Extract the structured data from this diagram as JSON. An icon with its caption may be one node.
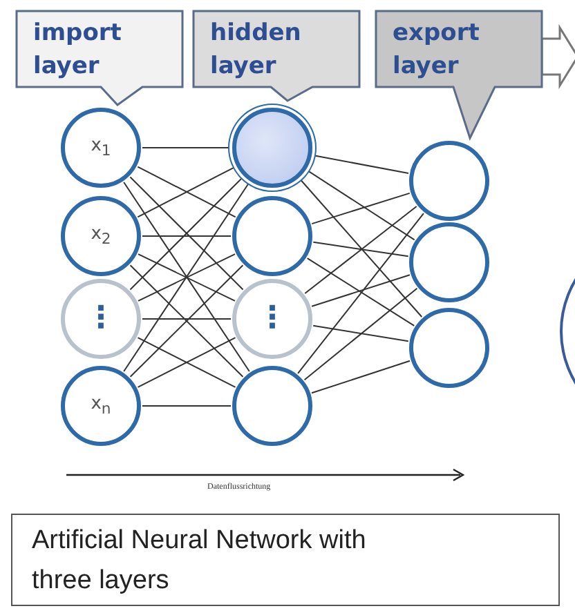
{
  "diagram": {
    "caption": "Artificial Neural Network with three layers",
    "nodes": [
      {
        "text": [
          "import layer"
        ]
      },
      {
        "text": [
          "hidden layer"
        ]
      },
      {
        "text": [
          "export layer"
        ]
      },
      {
        "text": [
          "x$_{1}$"
        ]
      },
      {
        "text": [
          "x$_{2}$"
        ]
      },
      {
        "text": [
          "⋮"
        ]
      },
      {
        "text": [
          "x$_{n}$"
        ]
      },
      {
        "text": [],
        "shape": "circle"
      },
      {
        "text": [],
        "shape": "circle"
      },
      {
        "text": [
          "⋮"
        ]
      },
      {
        "text": [],
        "shape": "circle"
      },
      {
        "text": [],
        "shape": "circle"
      },
      {
        "text": [],
        "shape": "circle"
      },
      {
        "text": [],
        "shape": "circle"
      }
    ],
    "edges": [
      {
        "from": 3,
        "to": 7,
        "arrow": "none"
      },
      {
        "from": 3,
        "to": 8,
        "arrow": "none"
      },
      {
        "from": 3,
        "to": 9,
        "arrow": "none"
      },
      {
        "from": 3,
        "to": 10,
        "arrow": "none"
      },
      {
        "from": 4,
        "to": 7,
        "arrow": "none"
      },
      {
        "from": 4,
        "to": 8,
        "arrow": "none"
      },
      {
        "from": 4,
        "to": 9,
        "arrow": "none"
      },
      {
        "from": 4,
        "to": 10,
        "arrow": "none"
      },
      {
        "from": 5,
        "to": 7,
        "arrow": "none"
      },
      {
        "from": 5,
        "to": 8,
        "arrow": "none"
      },
      {
        "from": 5,
        "to": 9,
        "arrow": "none"
      },
      {
        "from": 5,
        "to": 10,
        "arrow": "none"
      },
      {
        "from": 6,
        "to": 7,
        "arrow": "none"
      },
      {
        "from": 6,
        "to": 8,
        "arrow": "none"
      },
      {
        "from": 6,
        "to": 9,
        "arrow": "none"
      },
      {
        "from": 6,
        "to": 10,
        "arrow": "none"
      },
      {
        "from": 7,
        "to": 11,
        "arrow": "none"
      },
      {
        "from": 7,
        "to": 12,
        "arrow": "none"
      },
      {
        "from": 7,
        "to": 13,
        "arrow": "none"
      },
      {
        "from": 8,
        "to": 11,
        "arrow": "none"
      },
      {
        "from": 8,
        "to": 12,
        "arrow": "none"
      },
      {
        "from": 8,
        "to": 13,
        "arrow": "none"
      },
      {
        "from": 9,
        "to": 11,
        "arrow": "none"
      },
      {
        "from": 9,
        "to": 12,
        "arrow": "none"
      },
      {
        "from": 9,
        "to": 13,
        "arrow": "none"
      },
      {
        "from": 10,
        "to": 11,
        "arrow": "none"
      },
      {
        "from": 10,
        "to": 12,
        "arrow": "none"
      },
      {
        "from": 10,
        "to": 13,
        "arrow": "none"
      }
    ],
    "labels": [
      "Datenflussrichtung"
    ]
  }
}
